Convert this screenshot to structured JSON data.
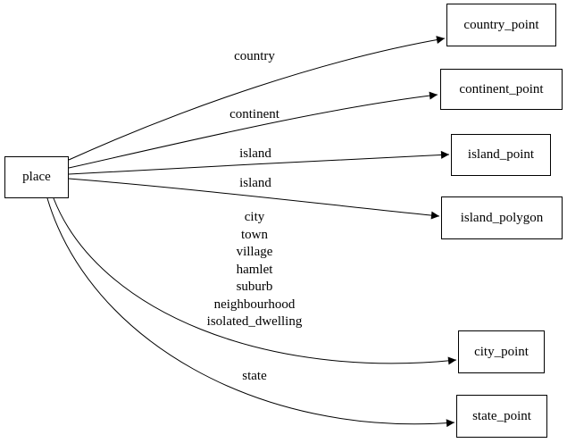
{
  "diagram": {
    "type": "graphviz-digraph",
    "colors": {
      "background": "#ffffff",
      "line": "#000000",
      "node_border": "#000000",
      "text": "#000000"
    },
    "nodes": {
      "place": {
        "label": "place"
      },
      "country_point": {
        "label": "country_point"
      },
      "continent_point": {
        "label": "continent_point"
      },
      "island_point": {
        "label": "island_point"
      },
      "island_polygon": {
        "label": "island_polygon"
      },
      "city_point": {
        "label": "city_point"
      },
      "state_point": {
        "label": "state_point"
      }
    },
    "edges": [
      {
        "from": "place",
        "to": "country_point",
        "label": "country"
      },
      {
        "from": "place",
        "to": "continent_point",
        "label": "continent"
      },
      {
        "from": "place",
        "to": "island_point",
        "label": "island"
      },
      {
        "from": "place",
        "to": "island_polygon",
        "label": "island"
      },
      {
        "from": "place",
        "to": "city_point",
        "label_lines": [
          "city",
          "town",
          "village",
          "hamlet",
          "suburb",
          "neighbourhood",
          "isolated_dwelling"
        ]
      },
      {
        "from": "place",
        "to": "state_point",
        "label": "state"
      }
    ]
  }
}
